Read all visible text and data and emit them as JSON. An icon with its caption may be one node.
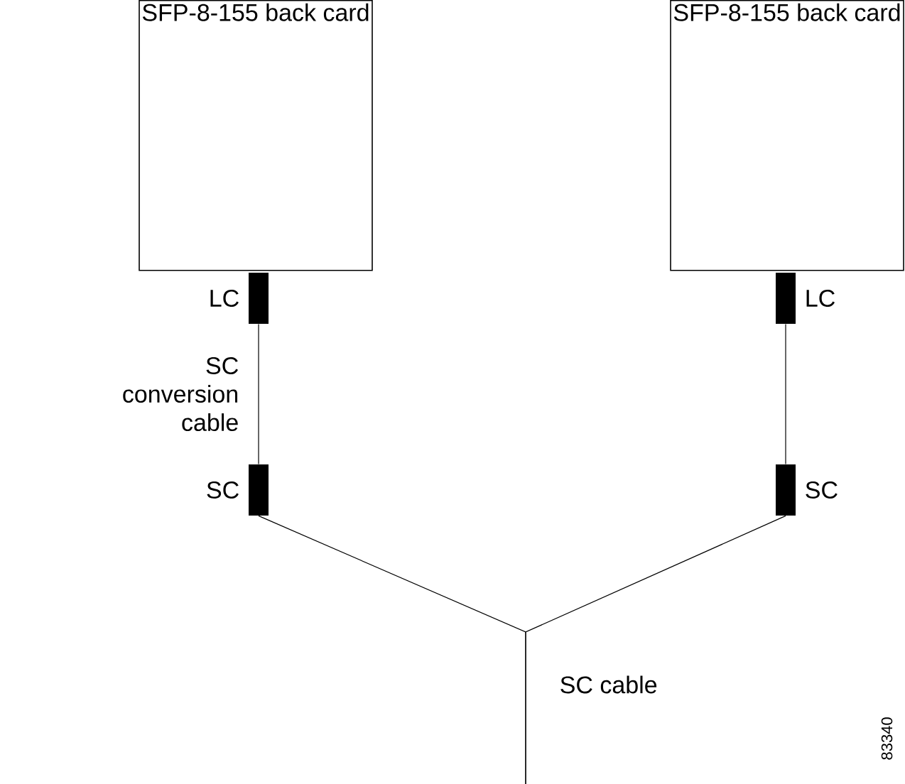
{
  "diagram": {
    "nodes": [
      {
        "text": [
          "SFP-8-155 back card"
        ]
      },
      {
        "text": [
          "SFP-8-155 back card"
        ]
      },
      {
        "text": [],
        "shape": "bar",
        "beside": [
          "LC"
        ]
      },
      {
        "text": [],
        "shape": "bar",
        "beside": [
          "SC"
        ]
      },
      {
        "text": [],
        "shape": "bar",
        "beside": [
          "LC"
        ]
      },
      {
        "text": [],
        "shape": "bar",
        "beside": [
          "SC"
        ]
      }
    ],
    "edges": [
      {
        "from": 2,
        "to": 3,
        "arrow": "none",
        "label": "SC conversion cable"
      },
      {
        "from": 4,
        "to": 5,
        "arrow": "none"
      },
      {
        "from": 3,
        "to": null,
        "arrow": "none"
      },
      {
        "from": 5,
        "to": null,
        "arrow": "none"
      }
    ],
    "labels": [
      "SC cable",
      "83340"
    ]
  }
}
